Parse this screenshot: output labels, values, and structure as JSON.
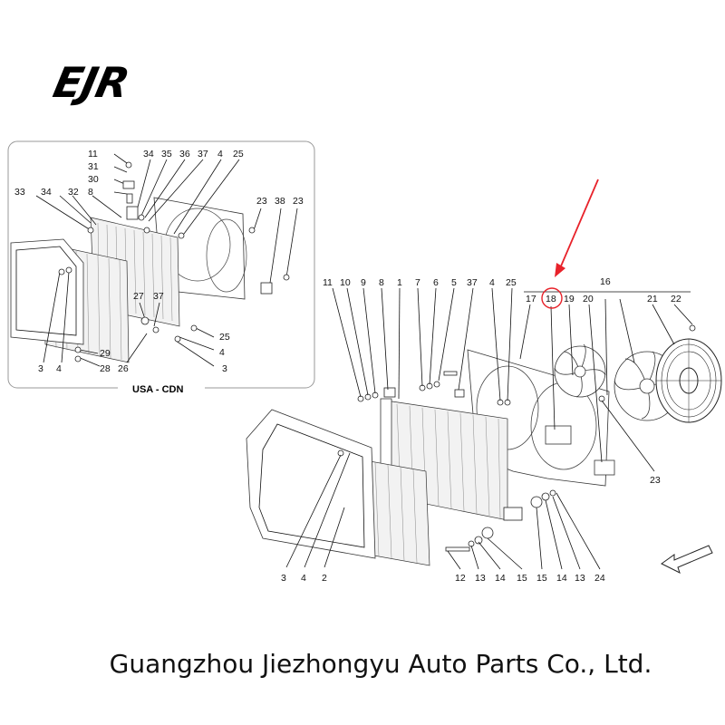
{
  "logo": {
    "text": "EJR"
  },
  "company": "Guangzhou Jiezhongyu Auto Parts Co., Ltd.",
  "inset": {
    "caption": "USA - CDN",
    "labels": [
      "11",
      "31",
      "30",
      "8",
      "33",
      "34",
      "32",
      "34",
      "35",
      "36",
      "37",
      "4",
      "25",
      "23",
      "38",
      "23",
      "27",
      "37",
      "29",
      "28",
      "26",
      "25",
      "4",
      "3",
      "3",
      "4"
    ]
  },
  "main": {
    "labels": [
      "11",
      "10",
      "9",
      "8",
      "1",
      "7",
      "6",
      "5",
      "37",
      "4",
      "25",
      "16",
      "17",
      "18",
      "19",
      "20",
      "21",
      "22",
      "23",
      "3",
      "4",
      "2",
      "12",
      "13",
      "14",
      "15",
      "15",
      "14",
      "13",
      "24"
    ],
    "highlighted_part": "18",
    "highlight_color": "#e8222a"
  }
}
